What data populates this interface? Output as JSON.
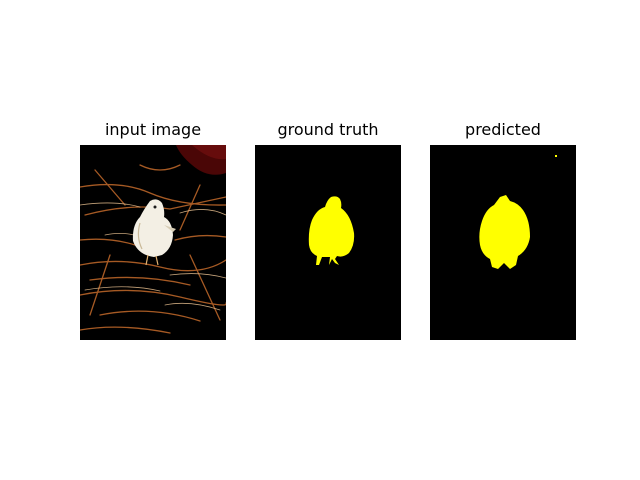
{
  "figure": {
    "panels": [
      {
        "title": "input image"
      },
      {
        "title": "ground truth"
      },
      {
        "title": "predicted"
      }
    ]
  },
  "colors": {
    "background": "#ffffff",
    "image_background": "#000000",
    "mask": "#ffff00",
    "bird_body": "#f3efe4",
    "branches": "#a65a24"
  }
}
